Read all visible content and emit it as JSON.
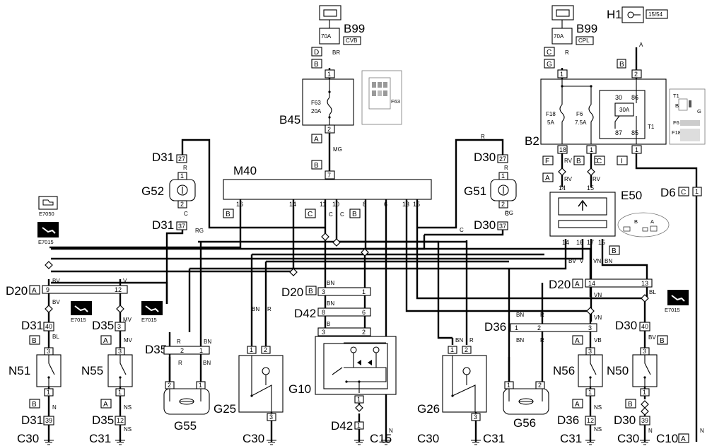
{
  "fuses_top": [
    {
      "rating": "70A",
      "ref": "B99",
      "tag": "CVB",
      "wire": "BR"
    },
    {
      "rating": "70A",
      "ref": "B99",
      "tag": "CPL",
      "wire": "R"
    }
  ],
  "h1": {
    "ref": "H1",
    "tag": "15/54",
    "wire": "A",
    "letter": "B",
    "pin": "2"
  },
  "b45": {
    "ref": "B45",
    "fuse": "F63",
    "rating": "20A",
    "pins": [
      "1",
      "2"
    ],
    "wire_out": "MG",
    "letters": [
      "D",
      "B",
      "A",
      "B"
    ],
    "inset_label": "F63"
  },
  "m40": {
    "ref": "M40",
    "pin_top": "7",
    "pins": [
      "16",
      "14",
      "11",
      "10",
      "8",
      "6",
      "13",
      "15"
    ],
    "letters": [
      "B",
      "C",
      "B"
    ],
    "wires": [
      "C",
      "C",
      "C"
    ]
  },
  "b2": {
    "ref": "B2",
    "fuses": [
      {
        "name": "F18",
        "rating": "5A"
      },
      {
        "name": "F6",
        "rating": "7.5A"
      }
    ],
    "relay": "T1",
    "relay_rating": "30A",
    "relay_pins": [
      "30",
      "86",
      "87",
      "85"
    ],
    "pins_top": [
      "1",
      "2"
    ],
    "pins_bottom": [
      "18",
      "1",
      "1"
    ],
    "letters": [
      "C",
      "G",
      "F",
      "B",
      "C",
      "I"
    ],
    "inset_labels": [
      "T1",
      "F6",
      "F18",
      "B",
      "G"
    ]
  },
  "e50": {
    "ref": "E50",
    "pins_top": [
      "14",
      "15"
    ],
    "pins_bottom": [
      "14",
      "16",
      "17",
      "15"
    ],
    "letter_top": "A",
    "letter_bottom": "B",
    "wires_top": [
      "RV",
      "RV"
    ],
    "wires_bottom": [
      "BV",
      "V",
      "VN",
      "BN"
    ],
    "inset_letters": [
      "B",
      "A"
    ]
  },
  "d31_top": {
    "ref": "D31",
    "pins": [
      "27",
      "37"
    ],
    "wires": [
      "R",
      "C",
      "RG"
    ]
  },
  "d30_top": {
    "ref": "D30",
    "pins": [
      "27",
      "37"
    ],
    "wires": [
      "R",
      "C",
      "RG",
      "R"
    ]
  },
  "g52": {
    "ref": "G52",
    "pins": [
      "1",
      "2"
    ]
  },
  "g51": {
    "ref": "G51",
    "pins": [
      "1",
      "2"
    ]
  },
  "e7050": {
    "label": "E7050"
  },
  "e7015_left": {
    "label": "E7015"
  },
  "e7015_a": {
    "label": "E7015"
  },
  "e7015_b": {
    "label": "E7015"
  },
  "e7015_right": {
    "label": "E7015"
  },
  "d20_left": {
    "ref": "D20",
    "letter": "A",
    "pins": [
      "9",
      "12"
    ],
    "wires": [
      "BV",
      "V",
      "BV",
      "MV"
    ]
  },
  "d20_mid": {
    "ref": "D20",
    "letter": "B",
    "pins": [
      "3",
      "1"
    ],
    "wires": [
      "BN"
    ]
  },
  "d20_right": {
    "ref": "D20",
    "letter": "A",
    "pins": [
      "14",
      "13"
    ],
    "wires": [
      "VN",
      "BL"
    ]
  },
  "d42_mid": {
    "ref": "D42",
    "pins": [
      "8",
      "6",
      "3",
      "2"
    ],
    "wires": [
      "BN",
      "B"
    ]
  },
  "d42_bottom": {
    "ref": "D42",
    "pins": [
      "1",
      "1"
    ],
    "ground": "C15"
  },
  "d35_mid": {
    "ref": "D35",
    "pins": [
      "2",
      "1"
    ],
    "wires": [
      "R",
      "BN",
      "R",
      "BN"
    ]
  },
  "d36_mid": {
    "ref": "D36",
    "pins": [
      "1",
      "2",
      "3"
    ],
    "wires": [
      "BN",
      "R",
      "BN",
      "R"
    ]
  },
  "g55": {
    "ref": "G55",
    "pins": [
      "2",
      "1"
    ]
  },
  "g56": {
    "ref": "G56",
    "pins": [
      "1",
      "2"
    ]
  },
  "g25": {
    "ref": "G25",
    "pins": [
      "1",
      "2",
      "3"
    ],
    "wires": [
      "BN",
      "R"
    ]
  },
  "g26": {
    "ref": "G26",
    "pins": [
      "1",
      "2",
      "3"
    ],
    "wires": [
      "BN",
      "R"
    ]
  },
  "g10": {
    "ref": "G10"
  },
  "n51": {
    "ref": "N51",
    "pins": [
      "3",
      "1"
    ],
    "top": {
      "ref": "D31",
      "pin": "40",
      "letter": "B",
      "wire": "BL"
    },
    "bottom": {
      "ref": "D31",
      "pin": "39",
      "letter": "B",
      "wire": "N",
      "ground": "C30"
    }
  },
  "n55": {
    "ref": "N55",
    "pins": [
      "3",
      "1"
    ],
    "top": {
      "ref": "D35",
      "pin": "3",
      "letter": "A",
      "wire": "MV"
    },
    "bottom": {
      "ref": "D35",
      "pin": "12",
      "letter": "A",
      "wire": "NS",
      "ground": "C31"
    }
  },
  "n56": {
    "ref": "N56",
    "pins": [
      "3",
      "1"
    ],
    "top": {
      "ref": "D36",
      "letter": "A",
      "wire": "VB"
    },
    "bottom": {
      "ref": "D36",
      "pin": "12",
      "letter": "A",
      "wire": "NS",
      "ground": "C31"
    }
  },
  "n50": {
    "ref": "N50",
    "pins": [
      "3",
      "1"
    ],
    "top": {
      "ref": "D30",
      "pin": "40",
      "letter": "B",
      "wire": "BV"
    },
    "bottom": {
      "ref": "D30",
      "pin": "39",
      "letter": "B",
      "wire": "N",
      "ground": "C30"
    }
  },
  "grounds_bottom": [
    {
      "label": "C30",
      "wire": "N"
    },
    {
      "label": "C30",
      "wire": "N"
    },
    {
      "label": "C31",
      "wire": "N"
    },
    {
      "label": "C10",
      "letter": "A",
      "wire": "N"
    }
  ],
  "g_c30_mid": {
    "label": "C30"
  },
  "g_c31_mid": {
    "label": "C31"
  },
  "d6": {
    "ref": "D6",
    "letter": "C",
    "pin": "1"
  }
}
